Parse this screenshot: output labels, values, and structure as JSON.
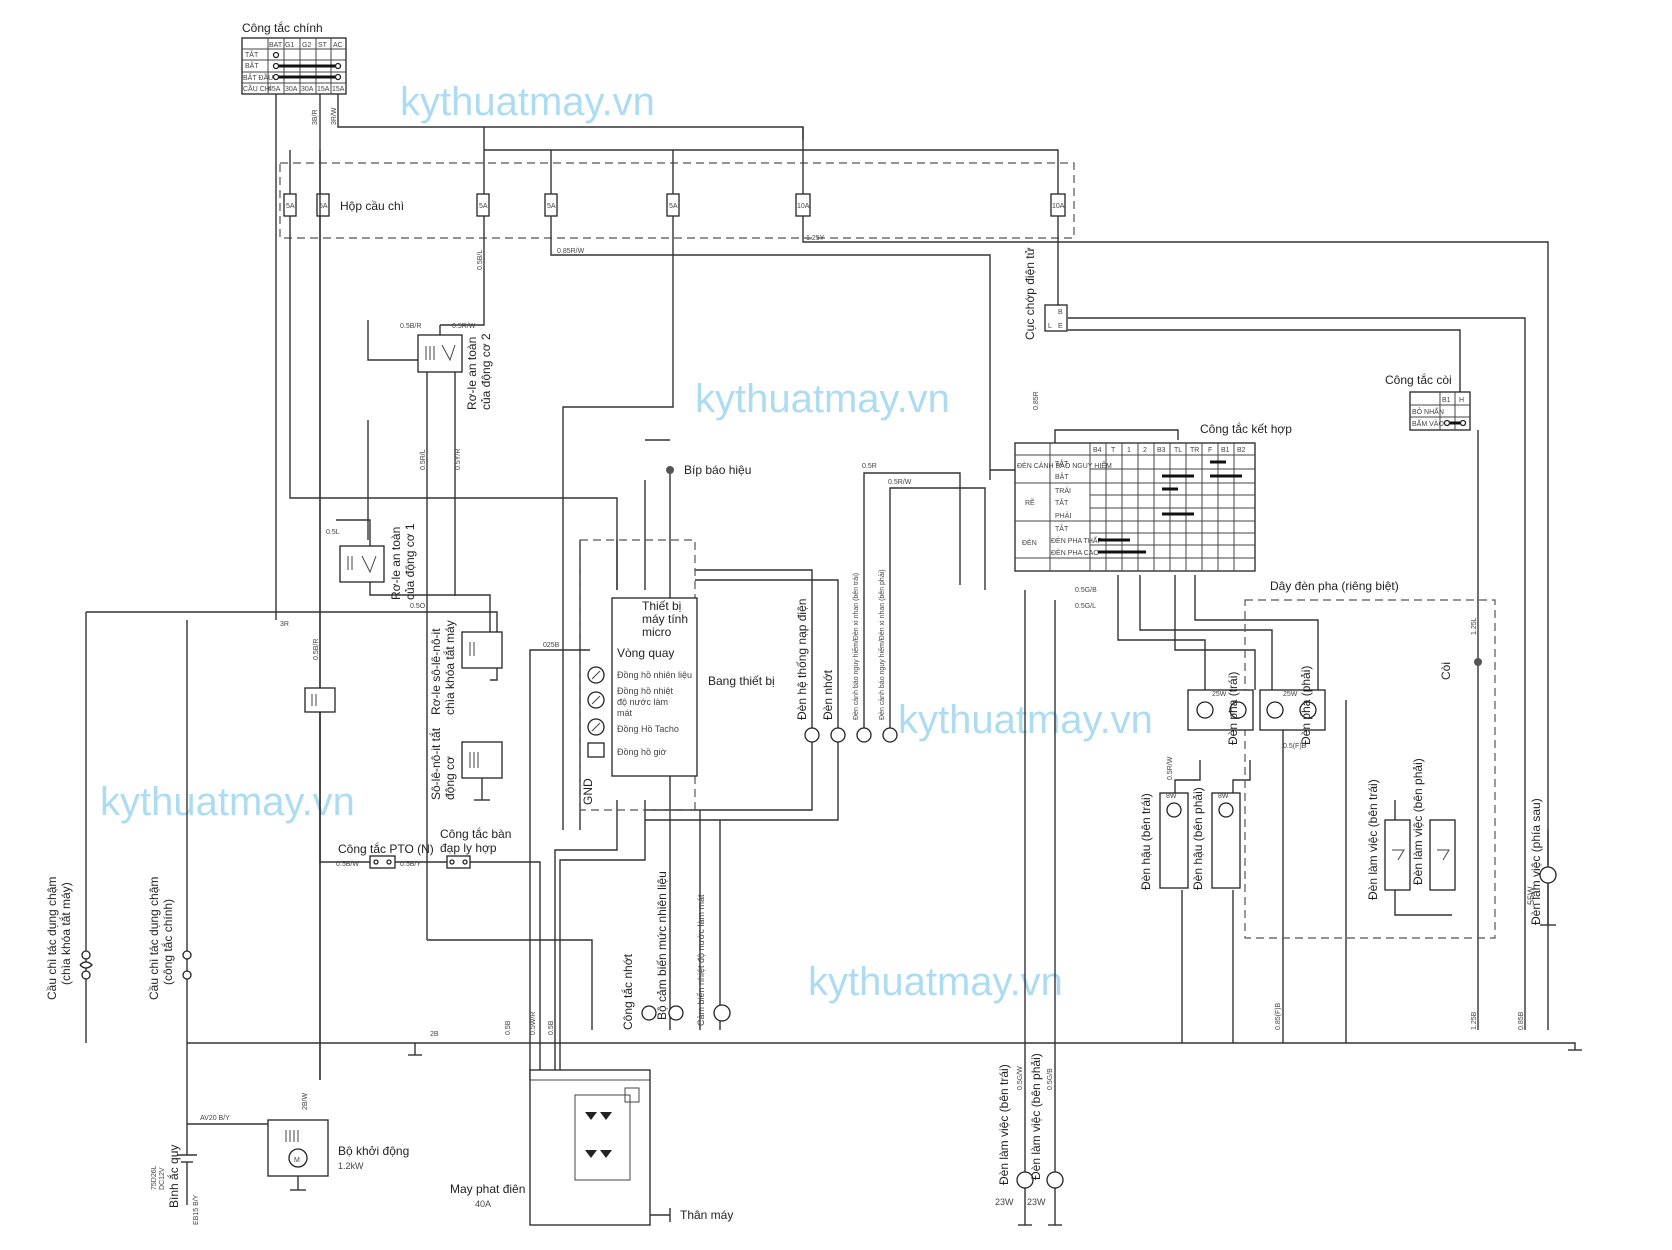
{
  "watermark": "kythuatmay.vn",
  "main_switch": {
    "title": "Công tắc chính",
    "cols": [
      "BAT",
      "G1",
      "G2",
      "ST",
      "AC"
    ],
    "rows": [
      "TẮT",
      "BẬT",
      "BẮT ĐẦU",
      "CẦU CHÌ"
    ],
    "ratings": [
      "45A",
      "30A",
      "30A",
      "15A",
      "15A"
    ]
  },
  "fuse_box": {
    "title": "Hộp cầu chì",
    "fuses": [
      "5A",
      "5A",
      "5A",
      "5A",
      "5A",
      "10A",
      "10A"
    ]
  },
  "labels": {
    "relay2": [
      "Rơ-le an toàn",
      "của động cơ 2"
    ],
    "relay1": [
      "Rơ-le an toàn",
      "của động cơ 1"
    ],
    "flasher": "Cục chớp điện tử",
    "horn_switch": "Công tắc còi",
    "combo_switch": "Công tắc kết hợp",
    "buzzer": "Bíp báo hiệu",
    "cluster": "Bang thiết bị",
    "micro": [
      "Thiết bị",
      "máy tính",
      "micro"
    ],
    "gauges": [
      "Vòng quay",
      "Đồng hồ nhiên liệu",
      "Đồng hồ nhiệt",
      "độ nước làm",
      "mát",
      "Đồng Hồ Tacho",
      "Đồng hồ giờ"
    ],
    "gnd": "GND",
    "stop_relay": [
      "Rơ-le sô-lê-nô-it",
      "chìa khóa tắt máy"
    ],
    "stop_solenoid": [
      "Sô-lê-nô-it tắt",
      "động cơ"
    ],
    "pto": "Công tắc PTO (N)",
    "clutch": [
      "Công tắc bàn",
      "đạp ly hợp"
    ],
    "fuse_slow1": [
      "Cầu chì tác dụng chậm",
      "(chìa khóa tắt máy)"
    ],
    "fuse_slow2": [
      "Cầu chì tác dụng chậm",
      "(công tắc chính)"
    ],
    "starter": "Bộ khởi động",
    "starter_kw": "1.2kW",
    "battery": "Bình ắc quy",
    "battery_spec": [
      "75D26L",
      "DC12V"
    ],
    "alternator": "May phat điên",
    "alternator_a": "40A",
    "ground": "Thân máy",
    "charge_lamp": "Đèn hệ thống nạp điện",
    "oil_lamp": "Đèn nhớt",
    "turn_left": "Đèn cảnh báo nguy hiểm/Đèn xi nhan (bên trái)",
    "turn_right": "Đèn cảnh báo nguy hiểm/Đèn xi nhan (bên phải)",
    "oil_switch": "Công tắc nhớt",
    "fuel_sensor": "Bộ cảm biến mức nhiên liệu",
    "temp_sensor": "Cảm biến nhiệt độ nước làm mát",
    "headlight_harness": "Dây đèn pha (riêng biệt)",
    "head_left": "Đèn pha (trái)",
    "head_right": "Đèn pha (phải)",
    "head_w": "25W",
    "tail_left": "Đèn hậu (bên trái)",
    "tail_right": "Đèn hậu (bên phải)",
    "tail_w": "8W",
    "work_left_f": "Đèn làm việc (bên trái)",
    "work_right_f": "Đèn làm việc (bên phải)",
    "work_rear": "Đèn làm việc (phía sau)",
    "work_rear_w": "55W",
    "work_left": "Đèn làm việc (bên trái)",
    "work_right": "Đèn làm việc (bên phải)",
    "work_w": "23W",
    "horn": "Còi"
  },
  "combo_table": {
    "cols": [
      "B4",
      "T",
      "1",
      "2",
      "B3",
      "TL",
      "TR",
      "F",
      "B1",
      "B2"
    ],
    "groups": [
      "ĐÈN CẢNH BÁO NGUY HIỂM",
      "RẼ",
      "ĐÈN"
    ],
    "rows": [
      "TẮT",
      "BẬT",
      "TRÁI",
      "TẮT",
      "PHẢI",
      "TẮT",
      "ĐÈN PHA THẤP",
      "ĐÈN PHA CAO"
    ]
  },
  "horn_table": {
    "cols": [
      "B1",
      "H"
    ],
    "rows": [
      "BỎ NHẤN",
      "BẤM VÀO"
    ]
  },
  "wire_labels": [
    "3B/R",
    "3R/W",
    "0.85R/W",
    "0.5B/L",
    "1.25Y",
    "0.5B/R",
    "0.5R/W",
    "0.5R/L",
    "0.5Y/R",
    "0.5L",
    "0.5O",
    "3R",
    "0.5B/R",
    "0.5B/W",
    "0.5B/Y",
    "025B",
    "0.5R",
    "0.5R/W",
    "0.5G/B",
    "0.5G/L",
    "0.85R",
    "2B",
    "0.5B",
    "0.5W/R",
    "0.5B",
    "2B/W",
    "AV20 B/Y",
    "EB15 B/Y",
    "1.25L",
    "0.85B",
    "1.25B",
    "0.5R/W",
    "0.5(F)B",
    "0.85(F)B",
    "0.5G/W",
    "0.5G/B"
  ]
}
